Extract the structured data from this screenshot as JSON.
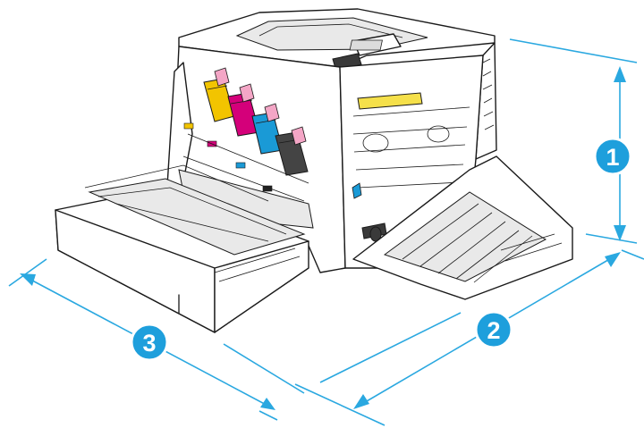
{
  "callouts": [
    {
      "number": "1",
      "dimension": "height"
    },
    {
      "number": "2",
      "dimension": "depth"
    },
    {
      "number": "3",
      "dimension": "width"
    }
  ],
  "colors": {
    "dimension_line": "#2aa8e0",
    "callout_fill": "#1e9fdc",
    "callout_ring": "#ffffff",
    "toner_yellow": "#f2c400",
    "toner_magenta": "#d4007a",
    "toner_cyan": "#1a9ad6",
    "toner_black": "#222222",
    "fuser_yellow": "#f5e04a"
  }
}
